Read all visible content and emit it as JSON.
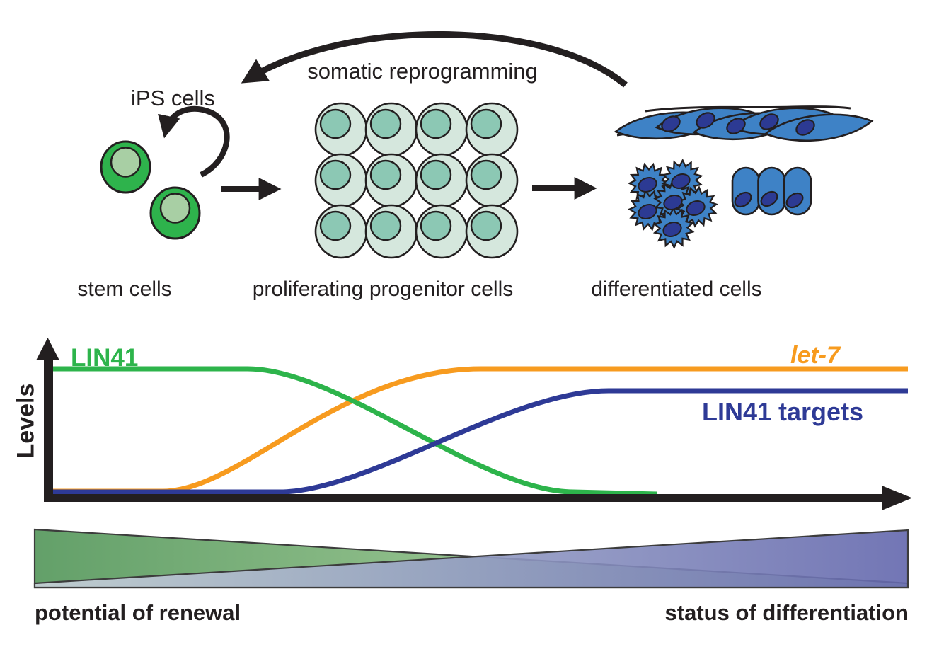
{
  "colors": {
    "ink": "#231f20",
    "lin41_green": "#2db44b",
    "let7_orange": "#f79b1f",
    "targets_navy": "#2e3a96",
    "stem_cell_green": "#2eb34c",
    "stem_nucleus": "#a8cfa4",
    "progenitor_body": "#d5e7dd",
    "progenitor_nucleus": "#8cc8b4",
    "differentiated_body": "#3e82c6",
    "differentiated_nucleus": "#2c3a93",
    "renewal_gradient": [
      "#63a069",
      "#8fbe8a",
      "#c9e0c2"
    ],
    "differentiation_gradient": [
      "#c9d2da",
      "#99a2c6",
      "#6367ad"
    ]
  },
  "top": {
    "somatic_label": "somatic reprogramming",
    "ips_label": "iPS cells",
    "stem_label": "stem cells",
    "progenitor_label": "proliferating progenitor cells",
    "differentiated_label": "differentiated cells",
    "stem_cell_count": 2,
    "progenitor_grid": {
      "rows": 3,
      "cols": 4
    },
    "differentiated_cell_groups": [
      "spindle epithelial sheet",
      "star-shaped cells",
      "columnar cells"
    ]
  },
  "bottom": {
    "renewal_label": "potential of renewal",
    "differentiation_label": "status of differentiation"
  },
  "chart_data": {
    "type": "line",
    "title": "",
    "xlabel": "",
    "ylabel": "Levels",
    "x_range_normalized": [
      0,
      1
    ],
    "y_range_normalized": [
      0,
      1
    ],
    "grid": false,
    "legend_position": "inline-annotations",
    "annotations": [
      "LIN41",
      "let-7",
      "LIN41 targets"
    ],
    "series": [
      {
        "name": "LIN41",
        "color": "#2db44b",
        "points": [
          [
            0,
            0.95
          ],
          [
            0.23,
            0.95
          ],
          [
            0.3,
            0.93
          ],
          [
            0.38,
            0.78
          ],
          [
            0.45,
            0.5
          ],
          [
            0.52,
            0.22
          ],
          [
            0.58,
            0.07
          ],
          [
            0.63,
            0.01
          ],
          [
            0.71,
            0.0
          ],
          [
            1,
            0.0
          ]
        ]
      },
      {
        "name": "let-7",
        "color": "#f79b1f",
        "points": [
          [
            0,
            0.0
          ],
          [
            0.13,
            0.0
          ],
          [
            0.18,
            0.05
          ],
          [
            0.24,
            0.22
          ],
          [
            0.3,
            0.5
          ],
          [
            0.36,
            0.78
          ],
          [
            0.43,
            0.93
          ],
          [
            0.5,
            0.99
          ],
          [
            0.58,
            1.0
          ],
          [
            1,
            1.0
          ]
        ]
      },
      {
        "name": "LIN41 targets",
        "color": "#2e3a96",
        "points": [
          [
            0,
            0.0
          ],
          [
            0.27,
            0.0
          ],
          [
            0.33,
            0.04
          ],
          [
            0.4,
            0.18
          ],
          [
            0.47,
            0.42
          ],
          [
            0.53,
            0.62
          ],
          [
            0.6,
            0.76
          ],
          [
            0.65,
            0.81
          ],
          [
            0.72,
            0.82
          ],
          [
            1,
            0.82
          ]
        ]
      }
    ]
  }
}
